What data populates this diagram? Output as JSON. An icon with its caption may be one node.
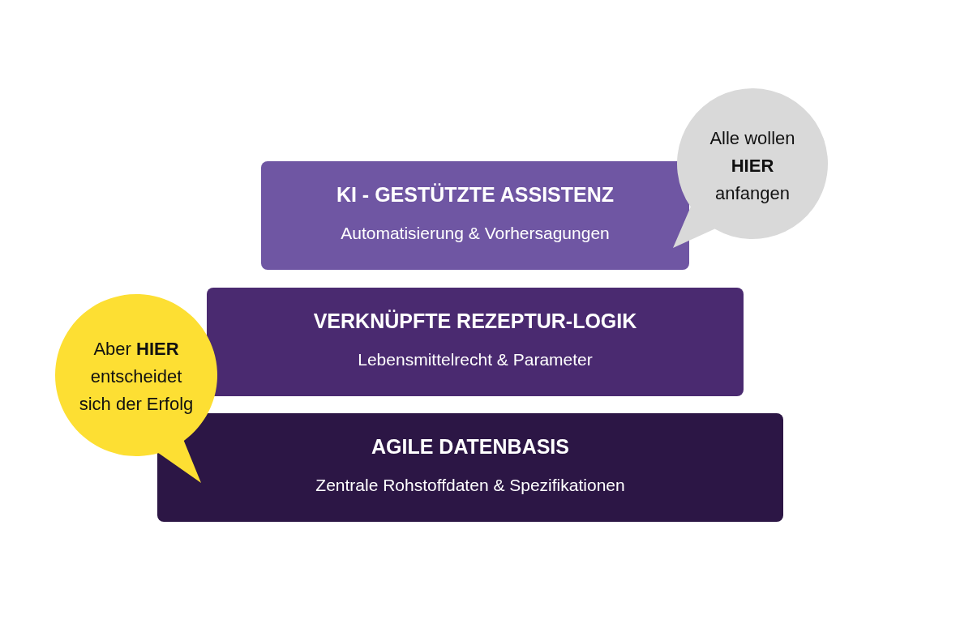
{
  "diagram": {
    "nodes": [
      {
        "text": [
          "KI - GESTÜTZTE ASSISTENZ",
          "Automatisierung & Vorhersagungen"
        ]
      },
      {
        "text": [
          "Alle wollen **HIER** anfangen"
        ]
      },
      {
        "text": [
          "VERKNÜPFTE REZEPTUR-LOGIK",
          "Lebensmittelrecht & Parameter"
        ]
      },
      {
        "text": [
          "Aber **HIER** entscheidet sich der Erfolg"
        ]
      },
      {
        "text": [
          "AGILE DATENBASIS",
          "Zentrale Rohstoffdaten & Spezifikationen"
        ]
      }
    ]
  }
}
